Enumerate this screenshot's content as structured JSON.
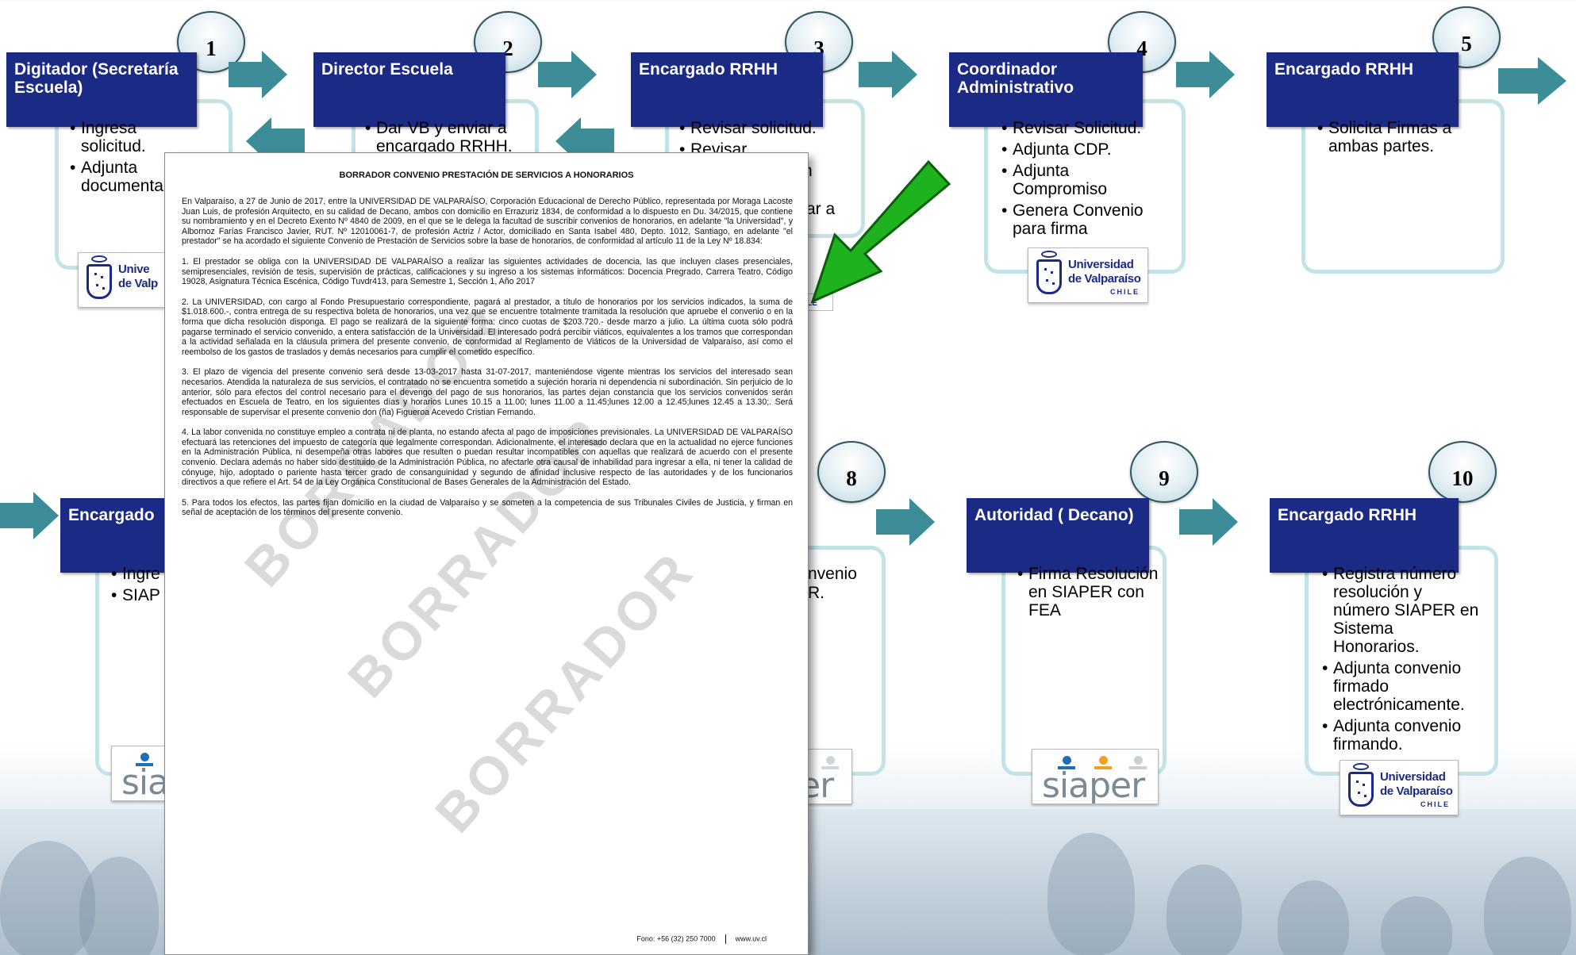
{
  "steps": {
    "s1": {
      "number": "1",
      "role": "Digitador (Secretaría Escuela)",
      "bullets": [
        "Ingresa solicitud.",
        "Adjunta documenta"
      ]
    },
    "s2": {
      "number": "2",
      "role": "Director Escuela",
      "bullets": [
        "Dar VB y enviar a encargado RRHH."
      ]
    },
    "s3": {
      "number": "3",
      "role": "Encargado RRHH",
      "bullets": [
        "Revisar solicitud.",
        "Revisar"
      ],
      "hidden_fragments": [
        "n",
        "ar a"
      ]
    },
    "s4": {
      "number": "4",
      "role": "Coordinador Administrativo",
      "bullets": [
        "Revisar Solicitud.",
        "Adjunta CDP.",
        "Adjunta Compromiso",
        "Genera Convenio para firma"
      ]
    },
    "s5": {
      "number": "5",
      "role": "Encargado RRHH",
      "bullets": [
        "Solicita Firmas a ambas partes."
      ]
    },
    "s7": {
      "role": "Encargado",
      "bullets": [
        "Ingre",
        "SIAP"
      ]
    },
    "s8": {
      "number": "8",
      "fragments": [
        "nvenio",
        "R."
      ]
    },
    "s9": {
      "number": "9",
      "role": "Autoridad ( Decano)",
      "bullets": [
        "Firma Resolución en SIAPER con FEA"
      ]
    },
    "s10": {
      "number": "10",
      "role": "Encargado RRHH",
      "bullets": [
        "Registra número resolución y número SIAPER en Sistema Honorarios.",
        "Adjunta convenio firmado electrónicamente.",
        "Adjunta convenio firmando."
      ]
    }
  },
  "logos": {
    "uv": {
      "line1": "Universidad",
      "line2": "de Valparaíso",
      "line3": "CHILE"
    },
    "uv_partial": {
      "line1": "Unive",
      "line2": "de Valp"
    },
    "siaper": {
      "word": "siaper"
    },
    "siaper_partial_left": {
      "word": "sia"
    },
    "siaper_partial_right": {
      "word": "er"
    },
    "le_fragment": "LE"
  },
  "document": {
    "title": "BORRADOR CONVENIO PRESTACIÓN DE SERVICIOS A HONORARIOS",
    "paragraphs": [
      "En Valparaíso, a 27 de Junio de 2017, entre la UNIVERSIDAD DE VALPARAÍSO, Corporación Educacional de Derecho Público, representada por Moraga Lacoste Juan Luis, de profesión Arquitecto, en su calidad de Decano, ambos con domicilio en Errazuriz 1834, de conformidad a lo dispuesto en Du. 34/2015, que contiene su nombramiento y en el Decreto Exento Nº 4840 de 2009, en el que se le delega la facultad de suscribir convenios de honorarios, en adelante \"la Universidad\", y Albornoz Farías Francisco Javier, RUT. Nº 12010061-7, de profesión Actriz / Actor, domiciliado en Santa Isabel 480, Depto. 1012, Santiago, en adelante \"el prestador\" se ha acordado el siguiente Convenio de Prestación de Servicios sobre la base de honorarios, de conformidad al artículo 11 de la Ley Nº 18.834:",
      "1. El prestador se obliga con la UNIVERSIDAD DE VALPARAÍSO a realizar las siguientes actividades de docencia, las que incluyen clases presenciales, semipresenciales, revisión de tesis, supervisión de prácticas, calificaciones y su ingreso a los sistemas informáticos: Docencia Pregrado, Carrera Teatro, Código 19028, Asignatura Técnica Escénica, Código Tuvdr413, para Semestre 1, Sección 1, Año 2017",
      "2. La UNIVERSIDAD, con cargo al Fondo Presupuestario correspondiente, pagará al prestador, a título de honorarios por los servicios indicados, la suma de $1.018.600.-, contra entrega de su respectiva boleta de honorarios, una vez que se encuentre totalmente tramitada la resolución que apruebe el convenio o en la forma que dicha resolución disponga. El pago se realizará de la siguiente forma: cinco cuotas de $203.720.- desde marzo a julio. La última cuota sólo podrá pagarse terminado el servicio convenido, a entera satisfacción de la Universidad. El interesado podrá percibir viáticos, equivalentes a los tramos que correspondan a la actividad señalada en la cláusula primera del presente convenio, de conformidad al Reglamento de Viáticos de la Universidad de Valparaíso, así como el reembolso de los gastos de traslados y demás necesarios para cumplir el cometido específico.",
      "3. El plazo de vigencia del presente convenio será desde 13-03-2017 hasta 31-07-2017, manteniéndose vigente mientras los servicios del interesado sean necesarios. Atendida la naturaleza de sus servicios, el contratado no se encuentra sometido a sujeción horaria ni dependencia ni subordinación. Sin perjuicio de lo anterior, sólo para efectos del control necesario para el devengo del pago de sus honorarios, las partes dejan constancia que los servicios convenidos serán efectuados en Escuela de Teatro, en los siguientes días y horarios Lunes 10.15 a 11.00; lunes 11.00 a 11.45;lunes 12.00 a 12.45;lunes 12.45 a 13.30;. Será responsable de supervisar el presente convenio don (ña) Figueroa Acevedo Cristian Fernando.",
      "4. La labor convenida no constituye empleo a contrata ni de planta, no estando afecta al pago de imposiciones previsionales. La UNIVERSIDAD DE VALPARAÍSO efectuará las retenciones del impuesto de categoría que legalmente correspondan. Adicionalmente, el interesado declara que en la actualidad no ejerce funciones en la Administración Pública, ni desempeña otras labores que resulten o puedan resultar incompatibles con aquellas que realizará de acuerdo con el presente convenio. Declara además no haber sido destituido de la Administración Pública, no afectarle otra causal de inhabilidad para ingresar a ella, ni tener la calidad de cónyuge, hijo, adoptado o pariente hasta tercer grado de consanguinidad y segundo de afinidad inclusive respecto de las autoridades y de los funcionarios directivos a que refiere el Art. 54 de la Ley Orgánica Constitucional de Bases Generales de la Administración del Estado.",
      "5. Para todos los efectos, las partes fijan domicilio en la ciudad de Valparaíso y se someten a la competencia de sus Tribunales Civiles de Justicia, y firman en señal de aceptación de los términos del presente convenio."
    ],
    "watermarks": [
      "BORRADOR",
      "BORRADOR",
      "BORRADOR"
    ],
    "footer_phone": "Fono: +56 (32) 250 7000",
    "footer_web": "www.uv.cl"
  },
  "colors": {
    "role_bg": "#1b2a84",
    "arrow": "#3d8d99",
    "card_border": "#c3e2ea",
    "green_arrow": "#1fb21f"
  }
}
